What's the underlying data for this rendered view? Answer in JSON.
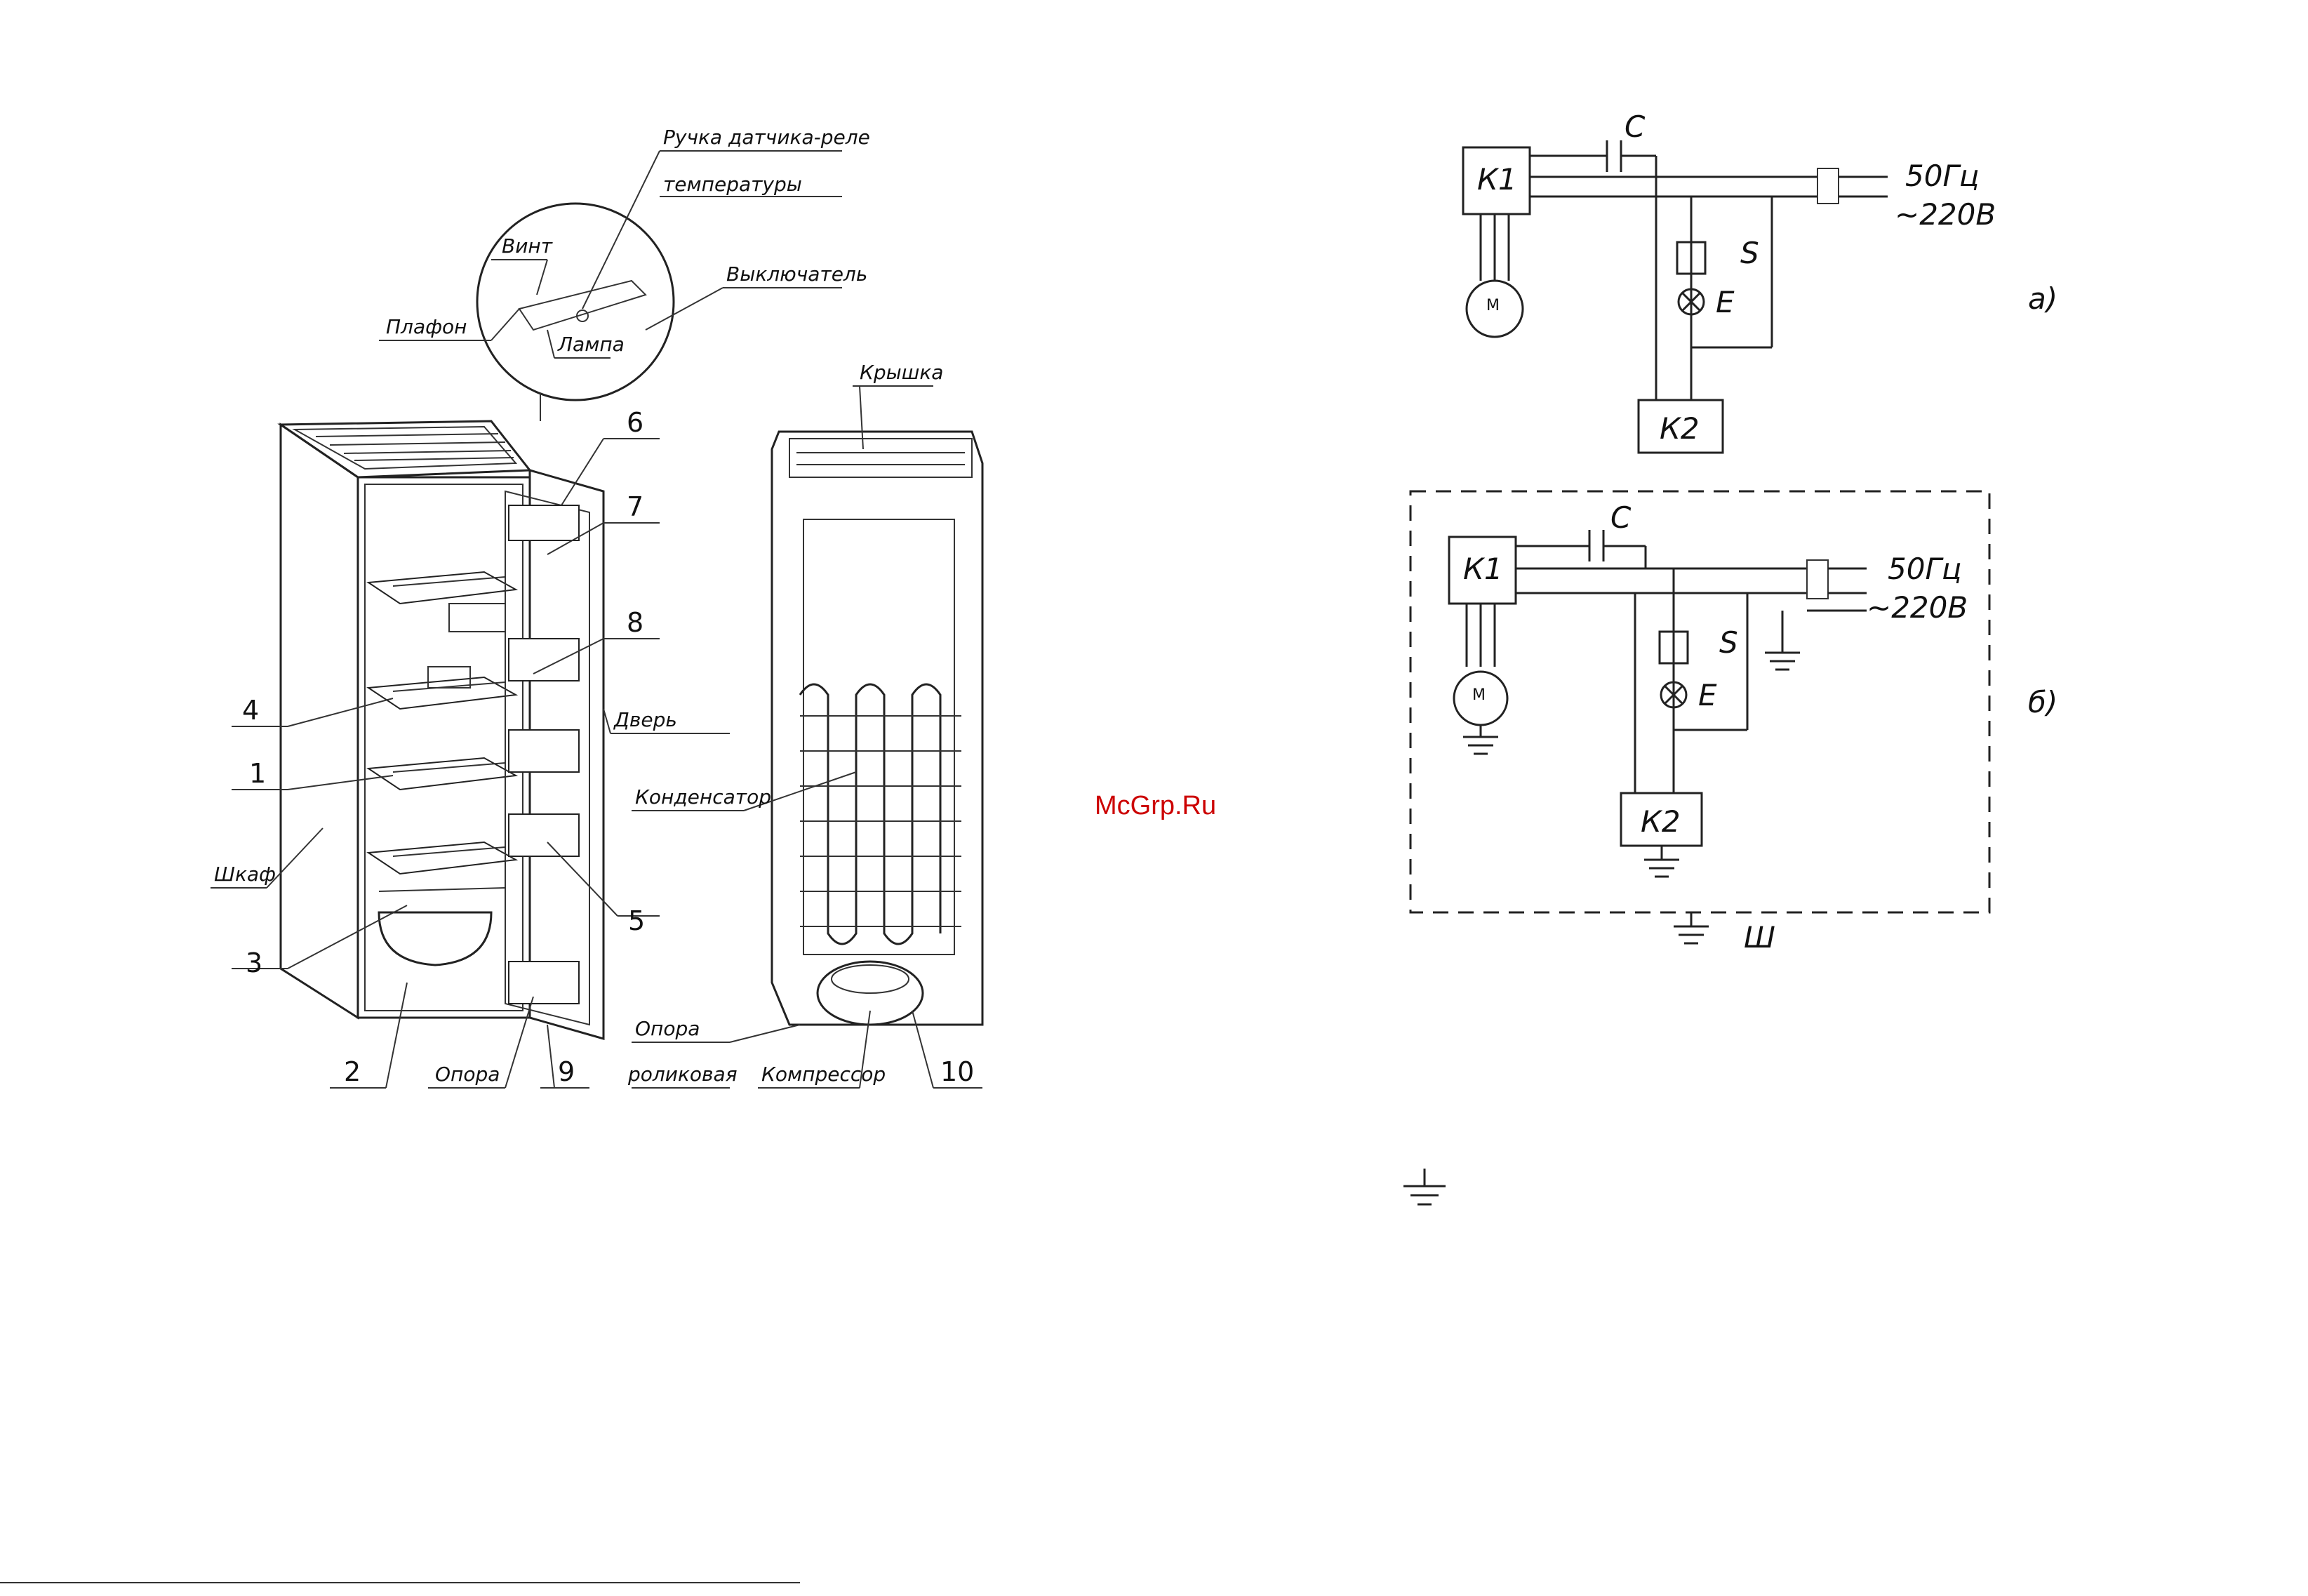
{
  "colors": {
    "ink": "#111111",
    "watermark": "#cc0000",
    "background": "#ffffff"
  },
  "labels": {
    "handle_line1": "Ручка датчика-реле",
    "handle_line2": "температуры",
    "screw": "Винт",
    "switch": "Выключатель",
    "shade": "Плафон",
    "lamp": "Лампа",
    "lid": "Крышка",
    "door": "Дверь",
    "condenser": "Конденсатор",
    "cabinet": "Шкаф",
    "support": "Опора",
    "roller_support_line1": "Опора",
    "roller_support_line2": "роликовая",
    "compressor": "Компрессор"
  },
  "callouts": [
    "1",
    "2",
    "3",
    "4",
    "5",
    "6",
    "7",
    "8",
    "9",
    "10"
  ],
  "watermark": "McGrp.Ru",
  "schematic_a": {
    "label": "а)",
    "k1": "К1",
    "k2": "К2",
    "c": "С",
    "s": "S",
    "e": "Е",
    "motor": "М",
    "supply_freq": "50Гц",
    "supply_volt": "~220В"
  },
  "schematic_b": {
    "label": "б)",
    "k1": "К1",
    "k2": "К2",
    "c": "С",
    "s": "S",
    "e": "Е",
    "motor": "М",
    "supply_freq": "50Гц",
    "supply_volt": "~220В",
    "plug": "Ш"
  },
  "icons": {
    "ground": "ground-icon",
    "lamp": "lamp-icon",
    "motor": "motor-icon"
  }
}
